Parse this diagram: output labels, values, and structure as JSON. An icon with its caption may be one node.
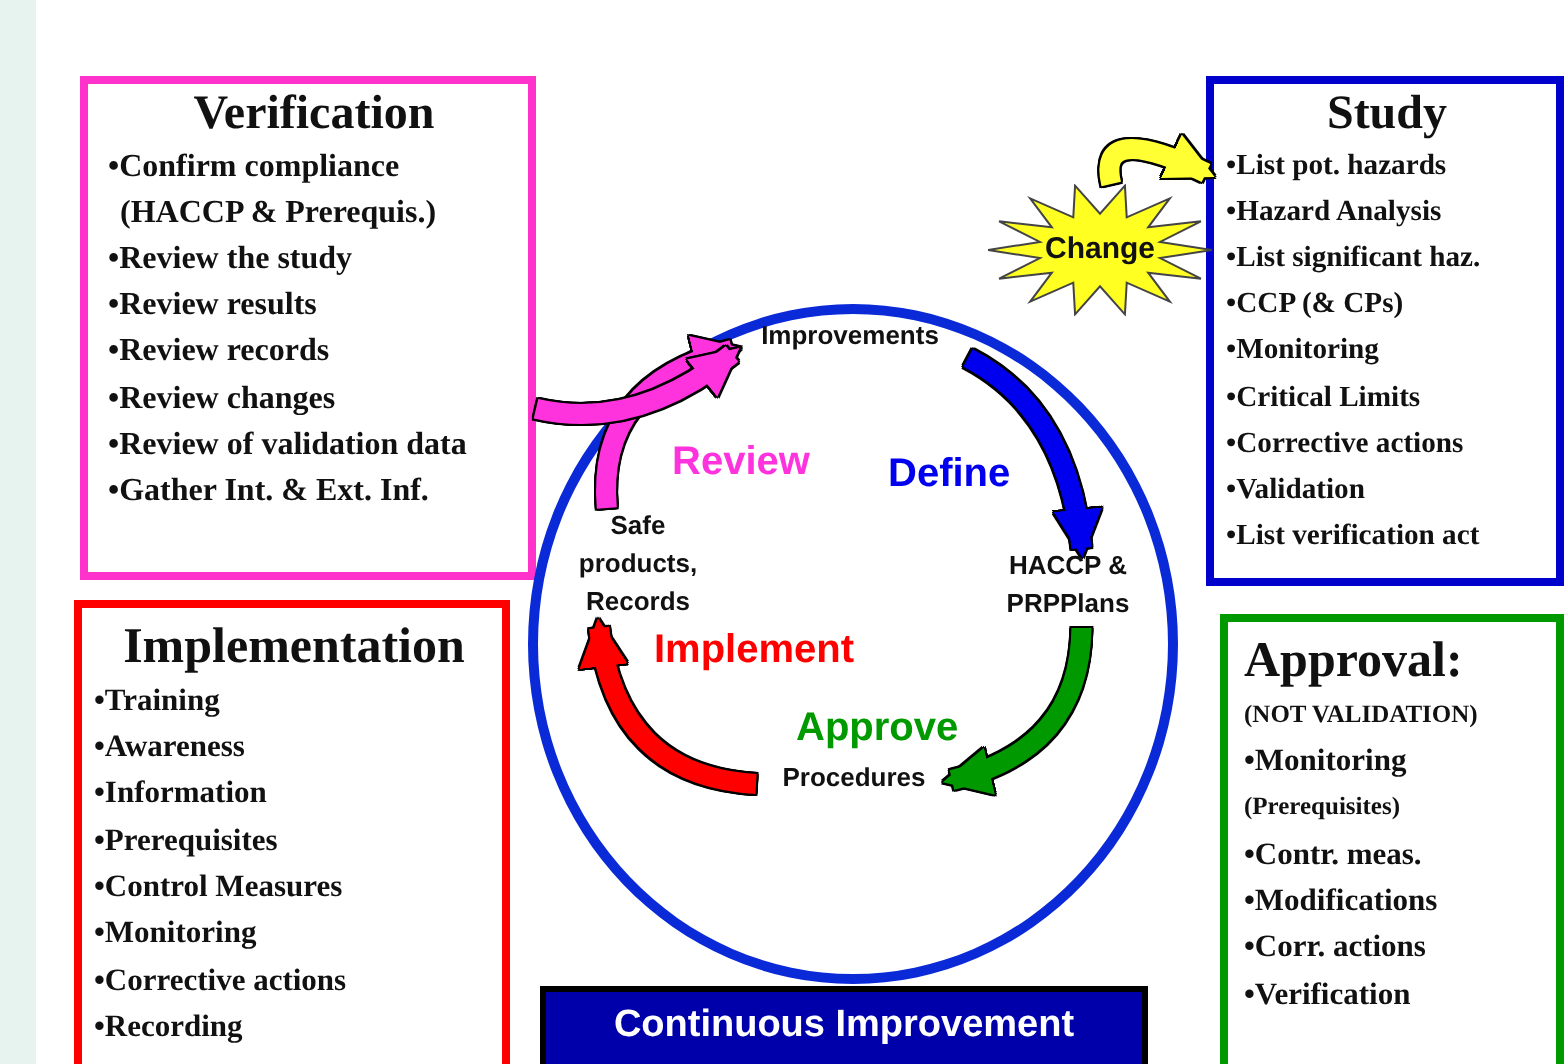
{
  "diagram": {
    "nodes": [
      {
        "text": [
          "Verification",
          "•Confirm compliance (HACCP & Prerequis.)",
          "•Review the study",
          "•Review results",
          "•Review records",
          "•Review changes",
          "•Review of validation data",
          "•Gather Int. & Ext. Inf."
        ]
      },
      {
        "text": [
          "Study",
          "•List pot. hazards",
          "•Hazard Analysis",
          "•List significant haz.",
          "•CCP (& CPs)",
          "•Monitoring",
          "•Critical Limits",
          "•Corrective actions",
          "•Validation",
          "•List verification act"
        ]
      },
      {
        "text": [
          "Implementation",
          "•Training",
          "•Awareness",
          "•Information",
          "•Prerequisites",
          "•Control Measures",
          "•Monitoring",
          "•Corrective actions",
          "•Recording"
        ]
      },
      {
        "text": [
          "Approval:",
          "(NOT VALIDATION)",
          "•Monitoring",
          "(Prerequisites)",
          "•Contr. meas.",
          "•Modifications",
          "•Corr. actions",
          "•Verification"
        ]
      },
      {
        "text": [],
        "shape": "circle"
      },
      {
        "text": [
          "Improvements"
        ],
        "in": 4
      },
      {
        "text": [
          "HACCP & PRPPlans"
        ],
        "in": 4
      },
      {
        "text": [
          "Procedures"
        ],
        "in": 4
      },
      {
        "text": [
          "Safe products, Records"
        ],
        "in": 4
      },
      {
        "text": [
          "Change"
        ]
      },
      {
        "text": [
          "Continuous Improvement"
        ]
      }
    ],
    "edges": [
      {
        "from": 5,
        "to": 6,
        "arrow": "to",
        "label": "Define",
        "color": "#0000ee"
      },
      {
        "from": 6,
        "to": 7,
        "arrow": "to",
        "label": "Approve",
        "color": "#009900"
      },
      {
        "from": 7,
        "to": 8,
        "arrow": "to",
        "label": "Implement",
        "color": "#ff0000"
      },
      {
        "from": 8,
        "to": 5,
        "arrow": "to",
        "label": "Review",
        "color": "#ff33dd"
      },
      {
        "from": 0,
        "to": 5,
        "arrow": "to",
        "color": "#ff33dd"
      },
      {
        "from": 9,
        "to": 1,
        "arrow": "to",
        "color": "#ffff33"
      }
    ]
  }
}
